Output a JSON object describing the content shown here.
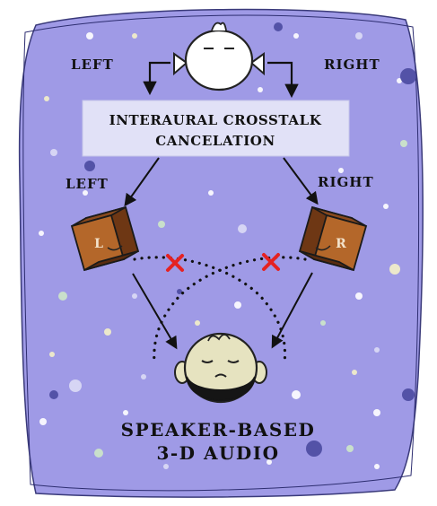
{
  "labels": {
    "top_left": "LEFT",
    "top_right": "RIGHT",
    "mid_left": "LEFT",
    "mid_right": "RIGHT"
  },
  "process_box": {
    "line1": "INTERAURAL CROSSTALK",
    "line2": "CANCELATION"
  },
  "speakers": {
    "left_letter": "L",
    "right_letter": "R"
  },
  "title": {
    "line1": "SPEAKER-BASED",
    "line2": "3-D AUDIO"
  },
  "colors": {
    "background_blob": "#9f9ae6",
    "box_fill": "#e1e1f7",
    "speaker_face": "#b4672a",
    "speaker_side": "#6e3714",
    "cross_mark": "#e52222",
    "arrow": "#111111"
  },
  "icons": {
    "top_head": "listener-head-icon",
    "bottom_head": "bearded-listener-head-icon",
    "left_speaker": "speaker-icon",
    "right_speaker": "speaker-icon",
    "crosstalk_block": "cross-mark-icon"
  }
}
